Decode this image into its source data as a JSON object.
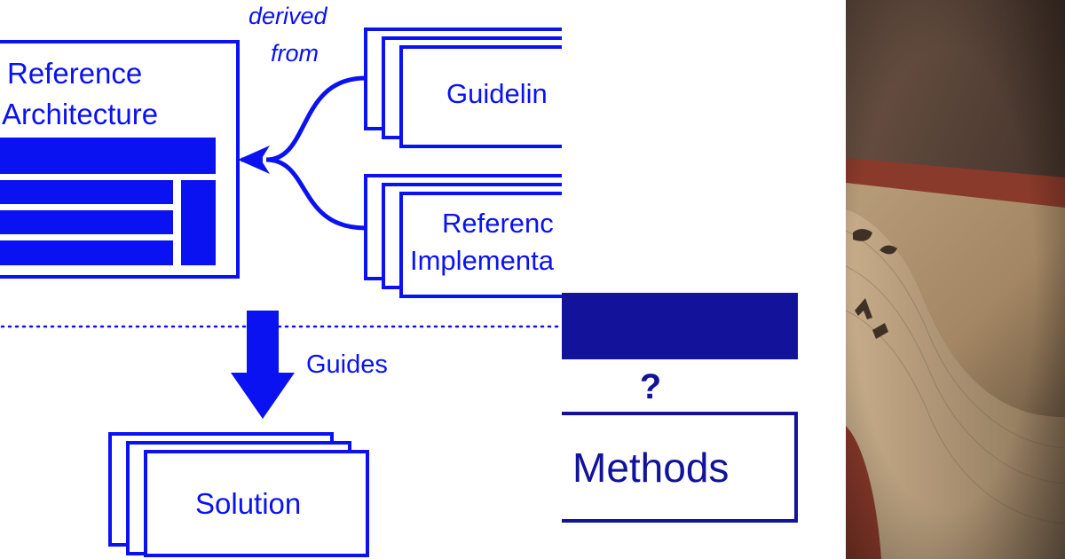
{
  "colors": {
    "primary_blue": "#0a12f2",
    "navy": "#12129a",
    "background": "#ffffff"
  },
  "reference_architecture": {
    "title_line1": "Reference",
    "title_line2": "Architecture"
  },
  "derived_from": {
    "line1": "derived",
    "line2": "from"
  },
  "guidelines_box": {
    "label": "Guidelin"
  },
  "reference_implementation_box": {
    "line1": "Referenc",
    "line2": "Implementa"
  },
  "guides_label": "Guides",
  "solution_box": {
    "label": "Solution"
  },
  "question_mark": "?",
  "methods_box": {
    "label": "Methods"
  },
  "photo": {
    "subject": "close-up of an old book spine"
  }
}
